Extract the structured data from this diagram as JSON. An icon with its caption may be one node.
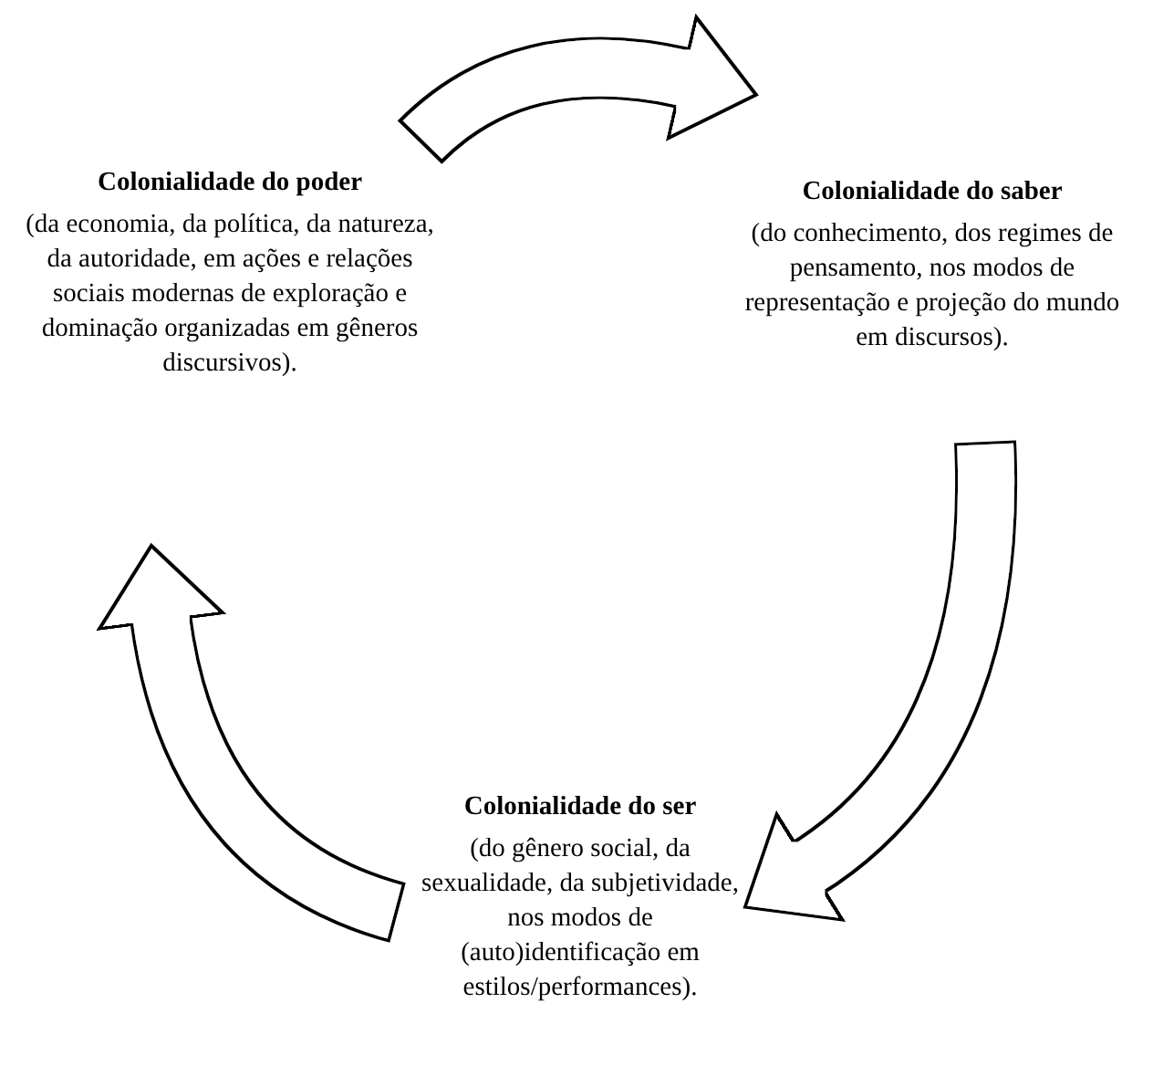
{
  "diagram": {
    "nodes": [
      {
        "text": [
          "Colonialidade do poder",
          "(da economia, da política, da natureza, da autoridade, em ações e relações sociais modernas de exploração e dominação organizadas em gêneros discursivos)."
        ]
      },
      {
        "text": [
          "Colonialidade do saber",
          "(do conhecimento, dos regimes de pensamento, nos modos de representação e projeção do mundo em discursos)."
        ]
      },
      {
        "text": [
          "Colonialidade do ser",
          "(do gênero social, da sexualidade, da subjetividade, nos modos de (auto)identificação em estilos/performances)."
        ]
      }
    ],
    "edges": [
      {
        "from": 0,
        "to": 1,
        "arrow": "to"
      },
      {
        "from": 1,
        "to": 2,
        "arrow": "to"
      },
      {
        "from": 2,
        "to": 0,
        "arrow": "to"
      }
    ]
  }
}
